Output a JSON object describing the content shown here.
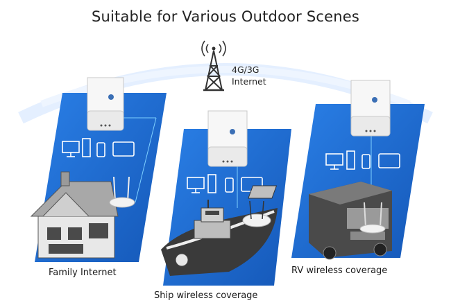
{
  "title": "Suitable for Various Outdoor Scenes",
  "tower": {
    "line1": "4G/3G",
    "line2": "Internet"
  },
  "panels": [
    {
      "label": "Family Internet"
    },
    {
      "label": "Ship wireless coverage"
    },
    {
      "label": "RV wireless coverage"
    }
  ],
  "colors": {
    "panel": "#1f6fd6",
    "panel_dark": "#1a5fc0",
    "arc": "#e3efff"
  }
}
